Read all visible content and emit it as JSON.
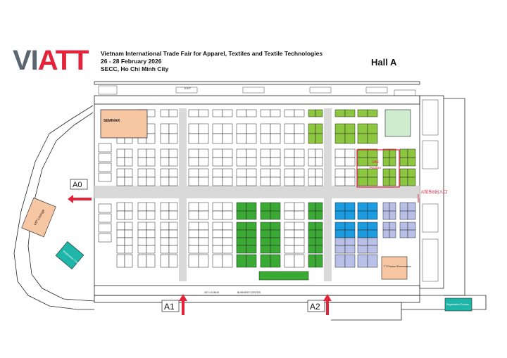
{
  "header": {
    "logo_part1": "VI",
    "logo_part2": "ATT",
    "event_title": "Vietnam International Trade Fair for Apparel, Textiles and Textile Technologies",
    "dates": "26 - 28 February 2026",
    "venue": "SECC, Ho Chi Minh City",
    "hall": "Hall A"
  },
  "entrances": {
    "a0": "A0",
    "a1": "A1",
    "a2": "A2"
  },
  "areas": {
    "seminar": "SEMINAR",
    "vip_lounge": "VIP Lounge",
    "registration_left": "Registration Counter",
    "registration_right": "Registration Counter",
    "tt_product": "TT Product Presentation",
    "pavilion_uae": "UAE",
    "pavilion_uae_sub": "Pavilion",
    "hall_a_entrance_cn": "A馆东8出入口",
    "exit": "EXIT",
    "vip_lounge_small": "VIP LOUNGE",
    "business_center": "BUSINESS CENTER"
  },
  "colors": {
    "green_light": "#8dc63f",
    "green_dark": "#3aaa35",
    "blue": "#1b9be0",
    "lavender": "#b8c0e8",
    "mint": "#cfeccf",
    "salmon": "#f7c6a3",
    "teal": "#1fb5a8",
    "aisle": "#d9d9d9",
    "arrow_red": "#e2233a"
  }
}
